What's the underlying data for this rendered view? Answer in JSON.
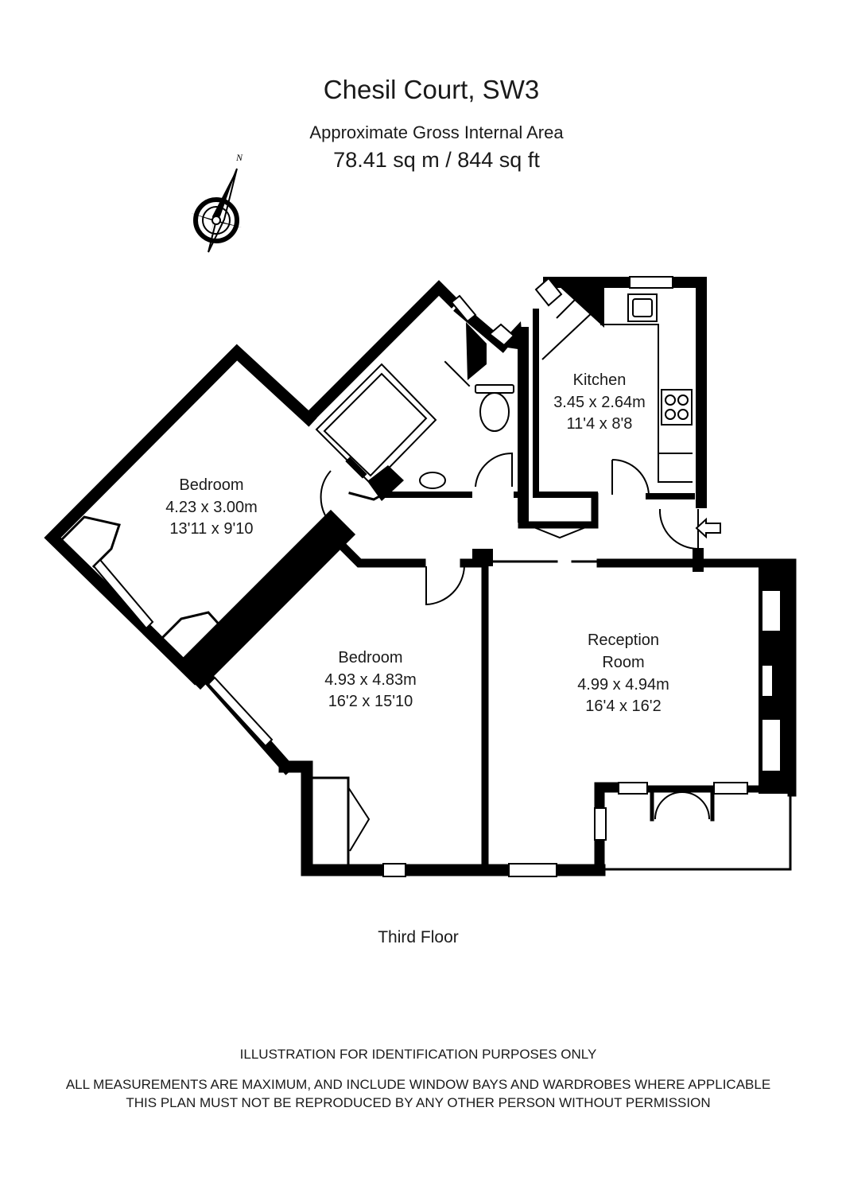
{
  "header": {
    "title": "Chesil Court, SW3",
    "area_label": "Approximate Gross Internal Area",
    "area_value": "78.41 sq m  /  844 sq ft"
  },
  "compass": {
    "letter": "N",
    "icon": "compass-icon"
  },
  "rooms": {
    "kitchen": {
      "name": "Kitchen",
      "metric": "3.45 x 2.64m",
      "imperial": "11'4 x 8'8"
    },
    "bedroom_1": {
      "name": "Bedroom",
      "metric": "4.23 x 3.00m",
      "imperial": "13'11 x 9'10"
    },
    "bedroom_2": {
      "name": "Bedroom",
      "metric": "4.93 x 4.83m",
      "imperial": "16'2 x 15'10"
    },
    "reception": {
      "name_line1": "Reception",
      "name_line2": "Room",
      "metric": "4.99 x 4.94m",
      "imperial": "16'4 x 16'2"
    }
  },
  "entrance_icon": "arrow-left-icon",
  "floor_label": "Third Floor",
  "disclaimer": {
    "line1": "ILLUSTRATION FOR IDENTIFICATION PURPOSES ONLY",
    "line2": "ALL MEASUREMENTS ARE MAXIMUM, AND INCLUDE WINDOW BAYS AND WARDROBES WHERE APPLICABLE",
    "line3": "THIS PLAN MUST NOT BE REPRODUCED BY ANY OTHER PERSON WITHOUT PERMISSION"
  },
  "colors": {
    "wall": "#000000",
    "background": "#ffffff",
    "text": "#1a1a1a"
  }
}
